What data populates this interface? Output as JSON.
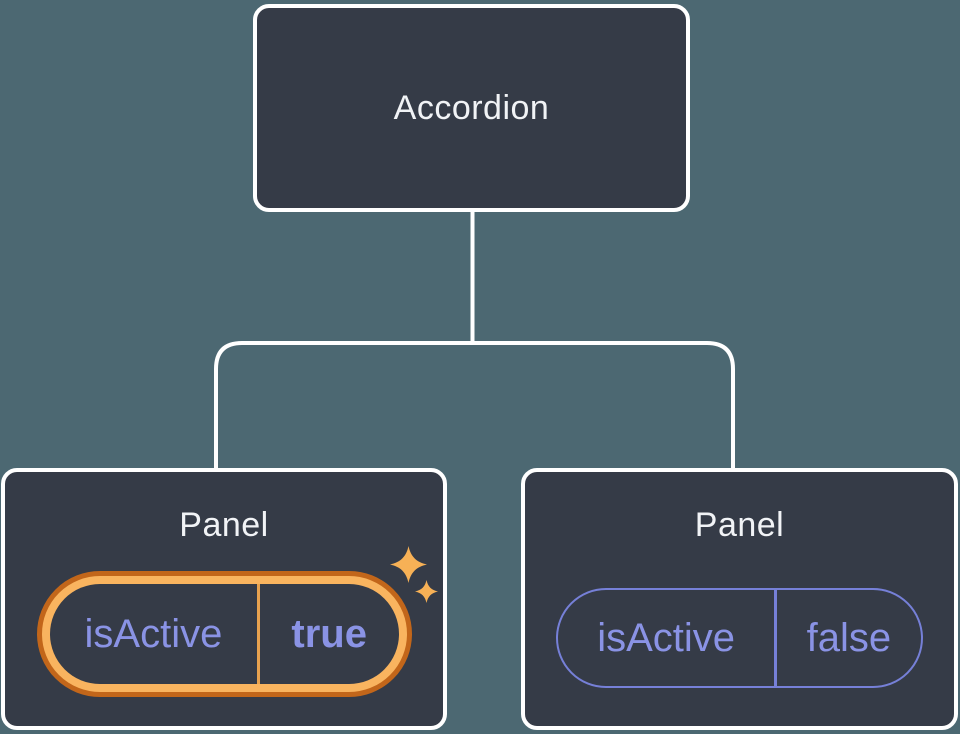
{
  "diagram": {
    "description": "React component tree with shared state",
    "root": {
      "label": "Accordion"
    },
    "children": [
      {
        "label": "Panel",
        "prop": {
          "name": "isActive",
          "value": "true"
        },
        "highlighted": true,
        "decoration": "sparkles-icon"
      },
      {
        "label": "Panel",
        "prop": {
          "name": "isActive",
          "value": "false"
        },
        "highlighted": false
      }
    ]
  },
  "colors": {
    "background": "#4C6872",
    "node_fill": "#353B47",
    "node_border": "#FFFFFF",
    "node_text": "#F1F3F6",
    "connector_line": "#FFFFFF",
    "prop_text": "#8A93E5",
    "pill_border": "#7680D8",
    "highlight_ring_outer": "#C2661A",
    "highlight_ring_inner": "#F9B45F",
    "highlight_divider": "#E8A24F",
    "sparkle": "#F7B156"
  }
}
